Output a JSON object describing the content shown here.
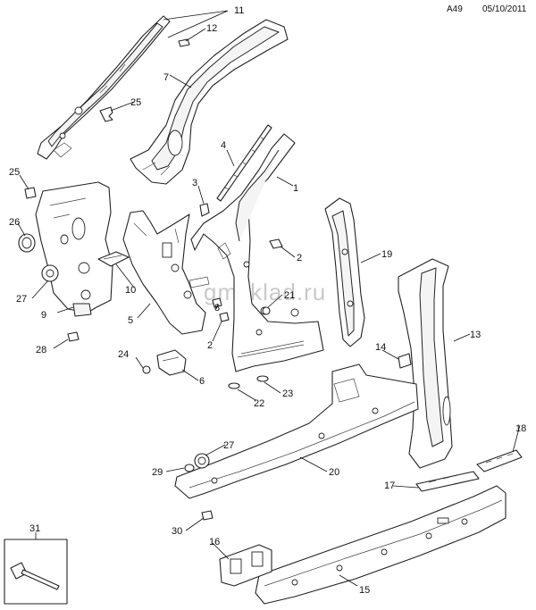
{
  "header": {
    "page_code": "A49",
    "date": "05/10/2011"
  },
  "watermark": "gmsklad.ru",
  "callouts": [
    {
      "id": "c11",
      "label": "11"
    },
    {
      "id": "c12",
      "label": "12"
    },
    {
      "id": "c7",
      "label": "7"
    },
    {
      "id": "c25a",
      "label": "25"
    },
    {
      "id": "c4",
      "label": "4"
    },
    {
      "id": "c1",
      "label": "1"
    },
    {
      "id": "c3",
      "label": "3"
    },
    {
      "id": "c25b",
      "label": "25"
    },
    {
      "id": "c26",
      "label": "26"
    },
    {
      "id": "c2a",
      "label": "2"
    },
    {
      "id": "c19",
      "label": "19"
    },
    {
      "id": "c27a",
      "label": "27"
    },
    {
      "id": "c10",
      "label": "10"
    },
    {
      "id": "c21",
      "label": "21"
    },
    {
      "id": "c9",
      "label": "9"
    },
    {
      "id": "c8",
      "label": "8"
    },
    {
      "id": "c5",
      "label": "5"
    },
    {
      "id": "c13",
      "label": "13"
    },
    {
      "id": "c2b",
      "label": "2"
    },
    {
      "id": "c28",
      "label": "28"
    },
    {
      "id": "c14",
      "label": "14"
    },
    {
      "id": "c24",
      "label": "24"
    },
    {
      "id": "c6",
      "label": "6"
    },
    {
      "id": "c23",
      "label": "23"
    },
    {
      "id": "c22",
      "label": "22"
    },
    {
      "id": "c27b",
      "label": "27"
    },
    {
      "id": "c18",
      "label": "18"
    },
    {
      "id": "c29",
      "label": "29"
    },
    {
      "id": "c20",
      "label": "20"
    },
    {
      "id": "c17",
      "label": "17"
    },
    {
      "id": "c31",
      "label": "31"
    },
    {
      "id": "c30",
      "label": "30"
    },
    {
      "id": "c16",
      "label": "16"
    },
    {
      "id": "c15",
      "label": "15"
    }
  ]
}
